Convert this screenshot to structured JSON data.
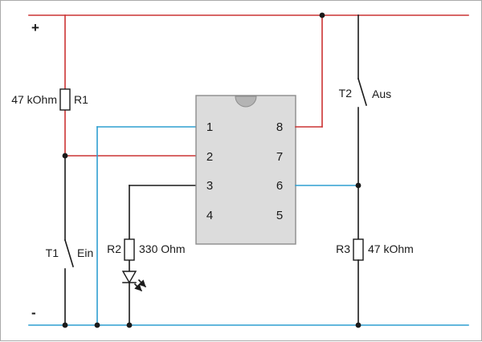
{
  "diagram": {
    "rails": {
      "positive": "+",
      "negative": "-"
    },
    "resistors": {
      "r1": {
        "ref": "R1",
        "value": "47 kOhm"
      },
      "r2": {
        "ref": "R2",
        "value": "330 Ohm"
      },
      "r3": {
        "ref": "R3",
        "value": "47 kOhm"
      }
    },
    "switches": {
      "t1": {
        "ref": "T1",
        "label": "Ein"
      },
      "t2": {
        "ref": "T2",
        "label": "Aus"
      }
    },
    "ic": {
      "pins_left": [
        "1",
        "2",
        "3",
        "4"
      ],
      "pins_right": [
        "8",
        "7",
        "6",
        "5"
      ]
    },
    "colors": {
      "positive_wire": "#cc3333",
      "negative_wire": "#2f9fd0",
      "signal_wire": "#1a1a1a",
      "ic_fill": "#dcdcdc",
      "ic_border": "#8c8c8c",
      "ic_notch": "#b4b4b4"
    }
  }
}
